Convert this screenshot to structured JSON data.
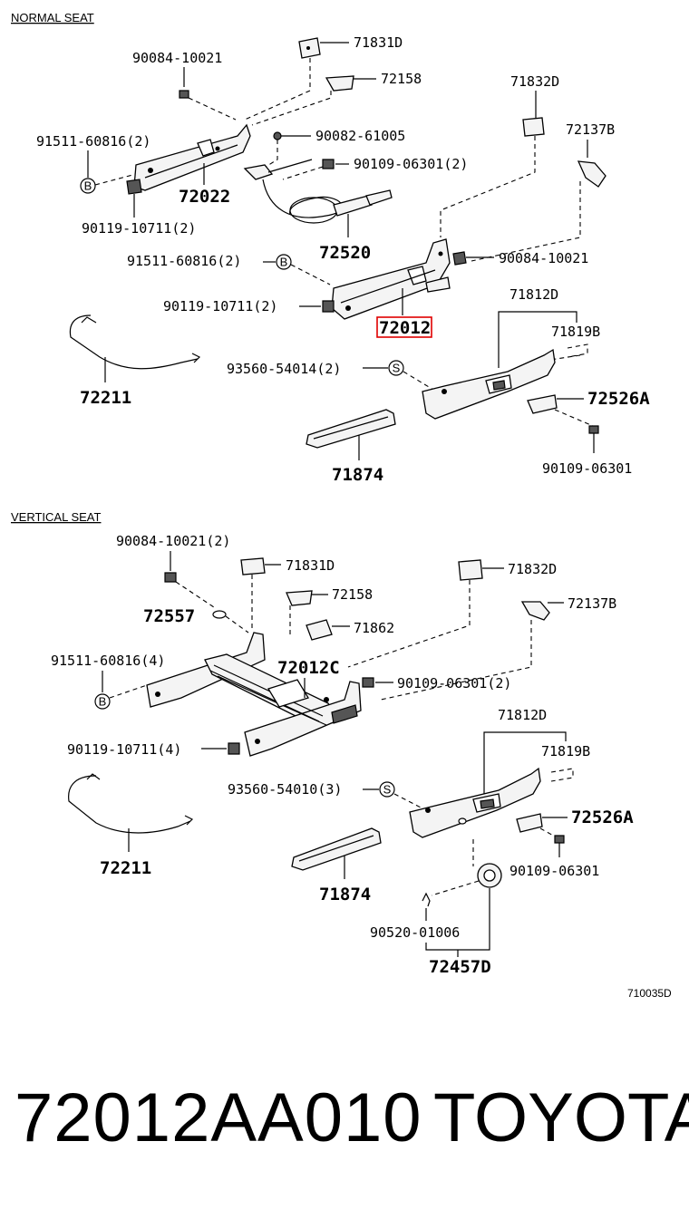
{
  "sections": {
    "normal": "NORMAL SEAT",
    "vertical": "VERTICAL SEAT"
  },
  "normal_labels": {
    "p71831D": "71831D",
    "p90084": "90084-10021",
    "p72158": "72158",
    "p71832D": "71832D",
    "p91511": "91511-60816(2)",
    "p90082": "90082-61005",
    "p72137B": "72137B",
    "p90109a": "90109-06301(2)",
    "p72022": "72022",
    "p90119": "90119-10711(2)",
    "p72520": "72520",
    "p91511b": "91511-60816(2)",
    "p90084b": "90084-10021",
    "p90119b": "90119-10711(2)",
    "p72012": "72012",
    "p71812D": "71812D",
    "p71819B": "71819B",
    "p72211": "72211",
    "p93560": "93560-54014(2)",
    "p72526A": "72526A",
    "p71874": "71874",
    "p90109b": "90109-06301"
  },
  "vertical_labels": {
    "p90084": "90084-10021(2)",
    "p71831D": "71831D",
    "p71832D": "71832D",
    "p72158": "72158",
    "p72137B": "72137B",
    "p72557": "72557",
    "p71862": "71862",
    "p91511": "91511-60816(4)",
    "p72012C": "72012C",
    "p90109a": "90109-06301(2)",
    "p90119": "90119-10711(4)",
    "p71812D": "71812D",
    "p71819B": "71819B",
    "p93560": "93560-54010(3)",
    "p72526A": "72526A",
    "p72211": "72211",
    "p90109b": "90109-06301",
    "p71874": "71874",
    "p90520": "90520-01006",
    "p72457D": "72457D"
  },
  "markers": {
    "b": "B",
    "s": "S"
  },
  "ref_code": "710035D",
  "footer": {
    "part_number": "72012AA010",
    "brand": "TOYOTA"
  }
}
